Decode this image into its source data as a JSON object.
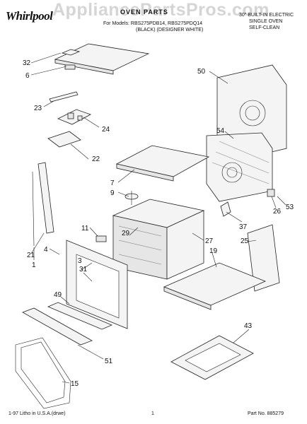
{
  "header": {
    "brand": "Whirlpool",
    "watermark": "AppliancePartsPros.com",
    "title": "OVEN PARTS",
    "model_line": "For Models: RBS275PDB14, RBS275PDQ14",
    "color_line": "(BLACK)  (DESIGNER WHITE)",
    "right_lines": [
      "30\" BUILT-IN ELECTRIC",
      "SINGLE OVEN",
      "SELF-CLEAN"
    ]
  },
  "parts": [
    "32",
    "6",
    "50",
    "23",
    "24",
    "54",
    "22",
    "7",
    "9",
    "1",
    "11",
    "21",
    "4",
    "29",
    "27",
    "37",
    "26",
    "53",
    "25",
    "31",
    "19",
    "49",
    "51",
    "43",
    "15",
    "3"
  ],
  "footer": {
    "left": "1-97 Litho in U.S.A.(drwe)",
    "center": "1",
    "right": "Part No. 885279"
  }
}
